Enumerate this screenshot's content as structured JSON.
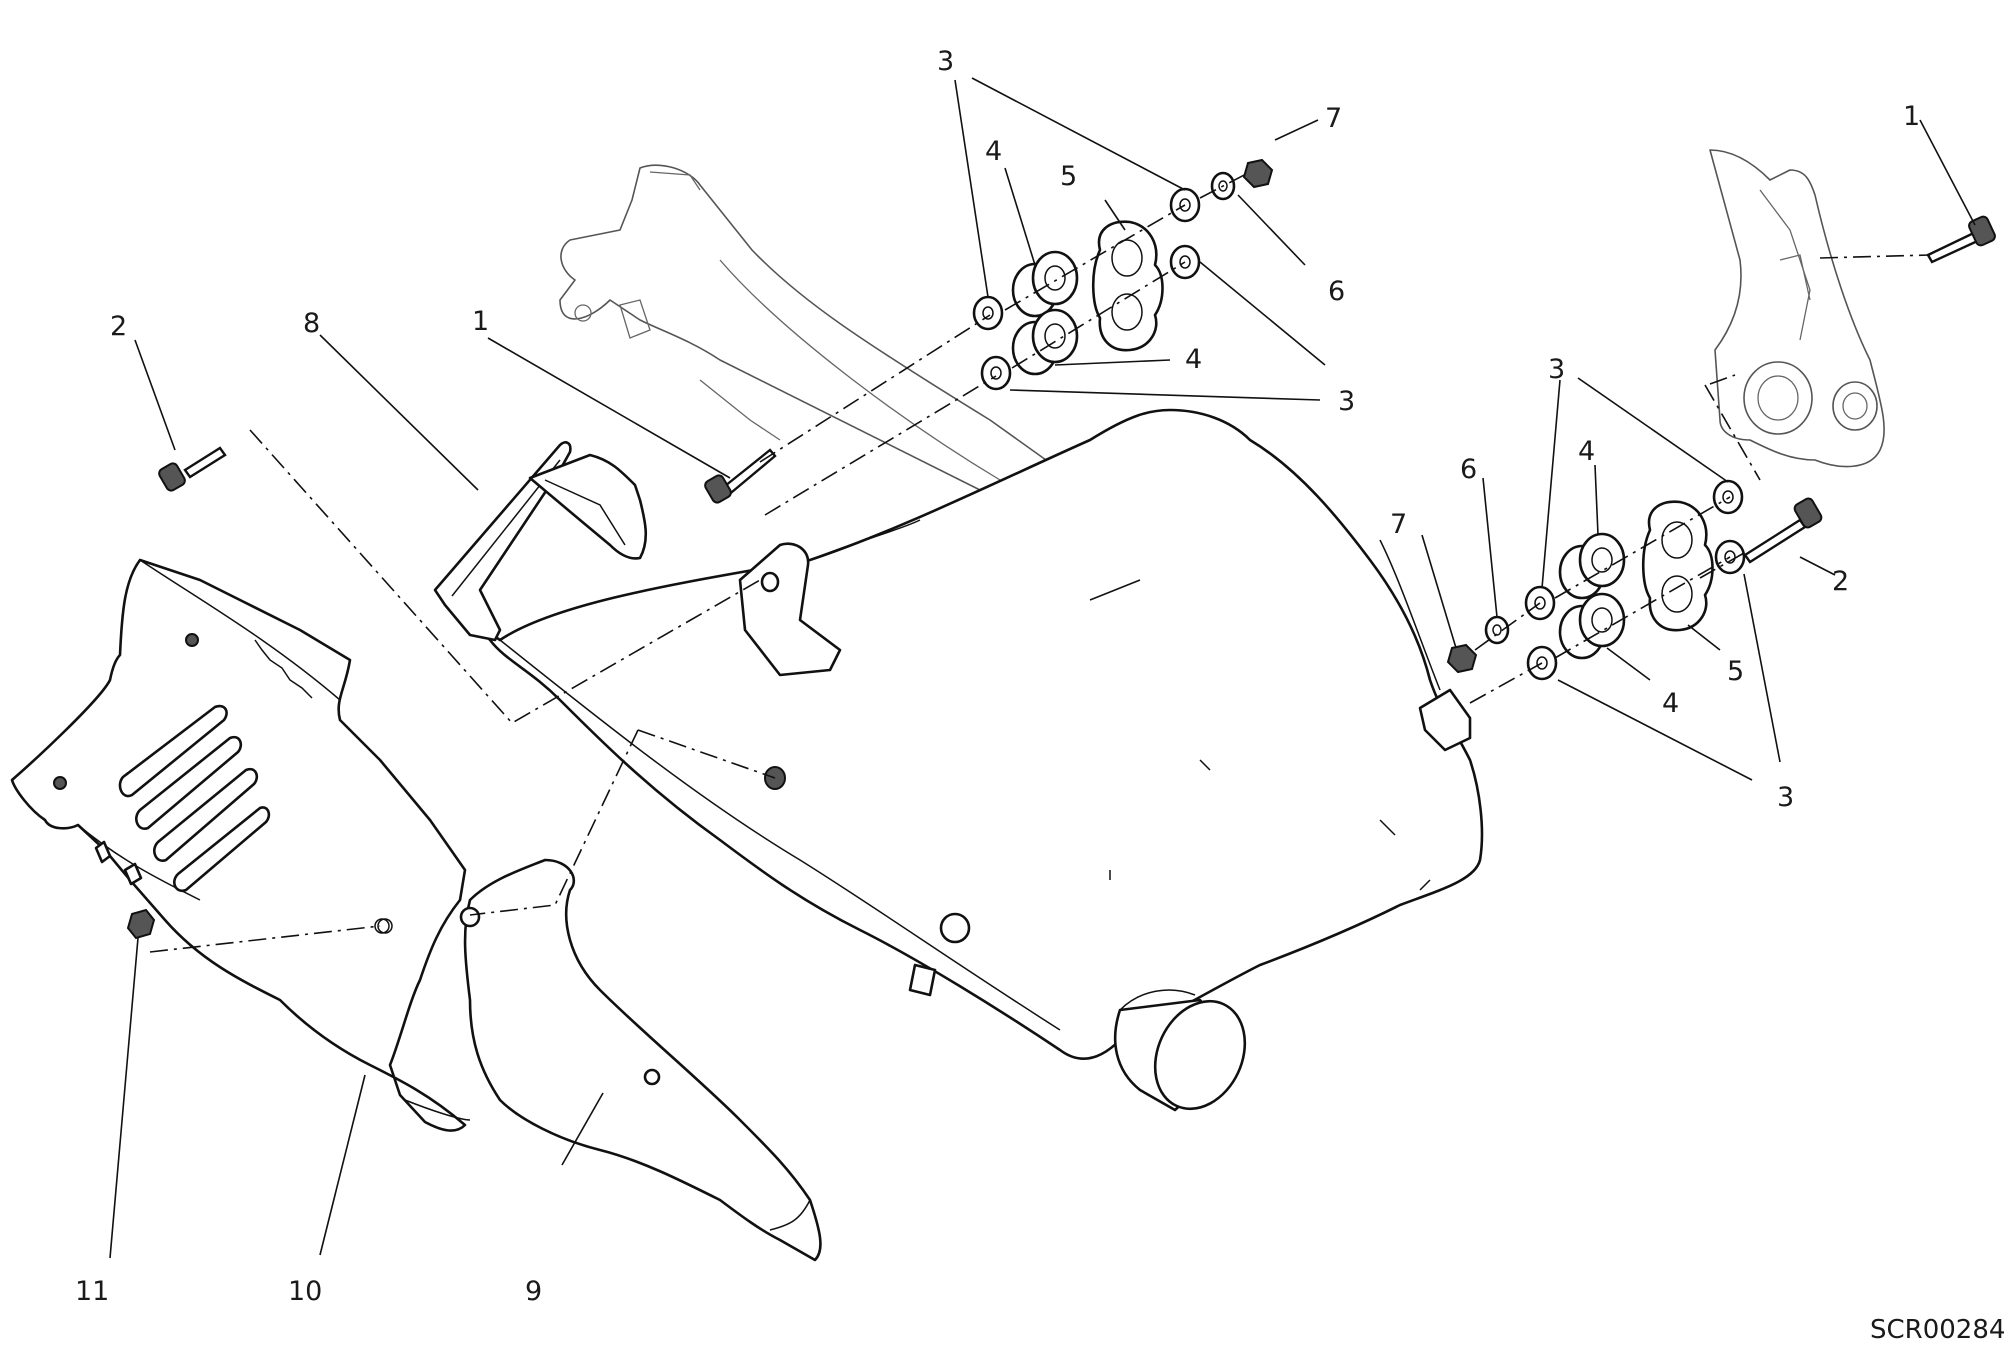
{
  "diagram": {
    "drawing_code": "SCR00284",
    "callouts": [
      {
        "id": "c1a",
        "text": "1"
      },
      {
        "id": "c1b",
        "text": "1"
      },
      {
        "id": "c2a",
        "text": "2"
      },
      {
        "id": "c2b",
        "text": "2"
      },
      {
        "id": "c3a",
        "text": "3"
      },
      {
        "id": "c3b",
        "text": "3"
      },
      {
        "id": "c3c",
        "text": "3"
      },
      {
        "id": "c3d",
        "text": "3"
      },
      {
        "id": "c4a",
        "text": "4"
      },
      {
        "id": "c4b",
        "text": "4"
      },
      {
        "id": "c4c",
        "text": "4"
      },
      {
        "id": "c4d",
        "text": "4"
      },
      {
        "id": "c5a",
        "text": "5"
      },
      {
        "id": "c5b",
        "text": "5"
      },
      {
        "id": "c6a",
        "text": "6"
      },
      {
        "id": "c6b",
        "text": "6"
      },
      {
        "id": "c7a",
        "text": "7"
      },
      {
        "id": "c7b",
        "text": "7"
      },
      {
        "id": "c8",
        "text": "8"
      },
      {
        "id": "c9",
        "text": "9"
      },
      {
        "id": "c10",
        "text": "10"
      },
      {
        "id": "c11",
        "text": "11"
      }
    ]
  }
}
